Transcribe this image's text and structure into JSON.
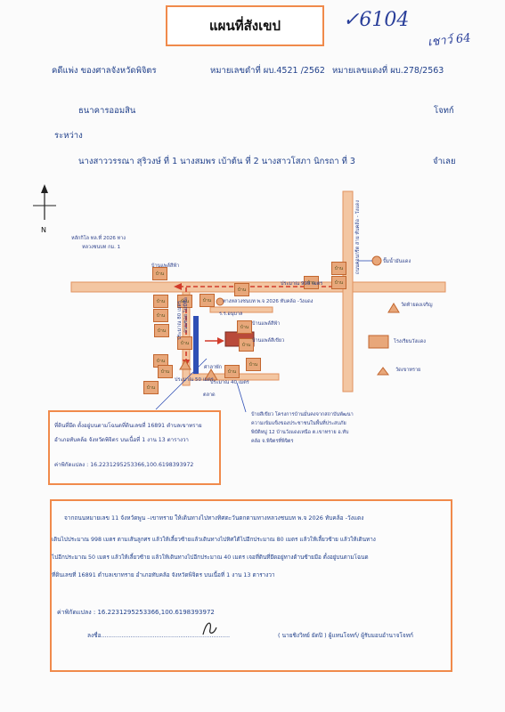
{
  "header": {
    "title": "แผนที่สังเขป",
    "handwritten_number": "✓6104",
    "handwritten_note": "เชาว์ 64"
  },
  "case": {
    "court_label": "คดีแพ่ง   ของศาลจังหวัดพิจิตร",
    "black_no": "หมายเลขดำที่ ผบ.4521 /2562",
    "red_no": "หมายเลขแดงที่ ผบ.278/2563",
    "plaintiff": "ธนาคารออมสิน",
    "plaintiff_role": "โจทก์",
    "between": "ระหว่าง",
    "defendants": "นางสาววรรณา สุริวงษ์  ที่ 1 นางสมพร เบ้าต้น  ที่ 2  นางสาวโสภา  นิกรถา  ที่ 3",
    "defendant_role": "จำเลย"
  },
  "map": {
    "north_label": "N",
    "labels": {
      "km_post": "หลักกิโล  ทล.ที่ 2026  ทาง",
      "km_post2": "หลวงชนบท  กม. 1",
      "road_top": "ประมาณ 998 เมตร",
      "road_side": "ถนนคอนกรีต  สาย  ทับคล้อ - วังแดง",
      "road_mid": "ทางหลวงชนบท  พ.จ 2026  ทับคล้อ -วังแดง",
      "lane": "ประมาณ 80 เมตร",
      "lane2": "ประมาณ 40 เมตร",
      "house1": "บ้านแพล์สีฟ้า",
      "house2": "บ้านแพล์สีฟ้า",
      "house3": "บ้านแพล์สีเขียว",
      "school": "ร.ร.อนุบาล",
      "temple1": "วัดท้ายดงเจริญ",
      "temple2": "วัดเขาทราย",
      "shop": "ปั๊มน้ำมันแดง",
      "bank": "โรงเรียนวังแดง",
      "khet": "ศาลาพัก",
      "point": "ตลาด",
      "sign_block": "ป้ายสีเขียว  โครงการบ้านมั่นคงจากสถาบันพัฒนา",
      "sign_block2": "ความเข้มแข็งของประชาชนในพื้นที่ประสบภัย",
      "sign_block3": "พิบัติหมู่ 12 บ้านวังแดงเหนือ  ต.เขาทราย อ.ทับ",
      "sign_block4": "คล้อ  จ.พิจิตรที่พิจิตร",
      "house_word": "บ้าน",
      "road_label_v": "ถนนซอย ไม่มีชื่อ",
      "lane_label": "ประมาณ 50 เมตร"
    },
    "legend": {
      "line1": "ที่ดินที่ยึด  ตั้งอยู่บนตามโฉนดที่ดินเลขที่  16891  ตำบลเขาทราย",
      "line2": "อำเภอทับคล้อ  จังหวัดพิจิตร  บนเนื้อที่  1 งาน  13  ตารางวา",
      "coords": "ค่าพิกัดแปลง :  16.2231295253366,100.6198393972"
    }
  },
  "directions": {
    "line1": "จากถนนหมายเลข  11    จังหวัดพูน –เขาทราย  ให้เดินทางไปทางทิศตะวันตกตามทางหลวงชนบท  พ.จ 2026  ทับคล้อ -วังแดง",
    "line2": "เดินไปประมาณ 998 เมตร ตามเส้นลูกศร แล้วให้เลี้ยวซ้ายแล้วเดินทางไปทิศใต้ไปอีกประมาณ 80 เมตร แล้วให้เลี้ยวซ้าย แล้วให้เดินทาง",
    "line3": "ไปอีกประมาณ 50 เมตร แล้วให้เลี้ยวซ้าย แล้วให้เดินทางไปอีกประมาณ 40 เมตร เจอที่ดินที่ยึดอยู่ทางด้านซ้ายมือ ตั้งอยู่บนตามโฉนด",
    "line4": "ที่ดินเลขที่  16891  ตำบลเขาทราย อำเภอทับคล้อ  จังหวัดพิจิตร  บนเนื้อที่  1 งาน  13  ตารางวา",
    "coords": "ค่าพิกัดแปลง :  16.2231295253366,100.6198393972",
    "sign_prefix": "ลงชื่อ......................................................................",
    "sign_name": "( นายชิงวิทย์  ยัดปิ )  ผู้แทนโจทก์/ ผู้รับมอบอำนาจโจทก์"
  },
  "colors": {
    "orange": "#f08a4b",
    "arrow_red": "#d23b2a",
    "road_fill": "#f3c6a2",
    "plot": "#b94a3a",
    "blue_bar": "#2f4fb5",
    "ink": "#1f3f8a"
  }
}
